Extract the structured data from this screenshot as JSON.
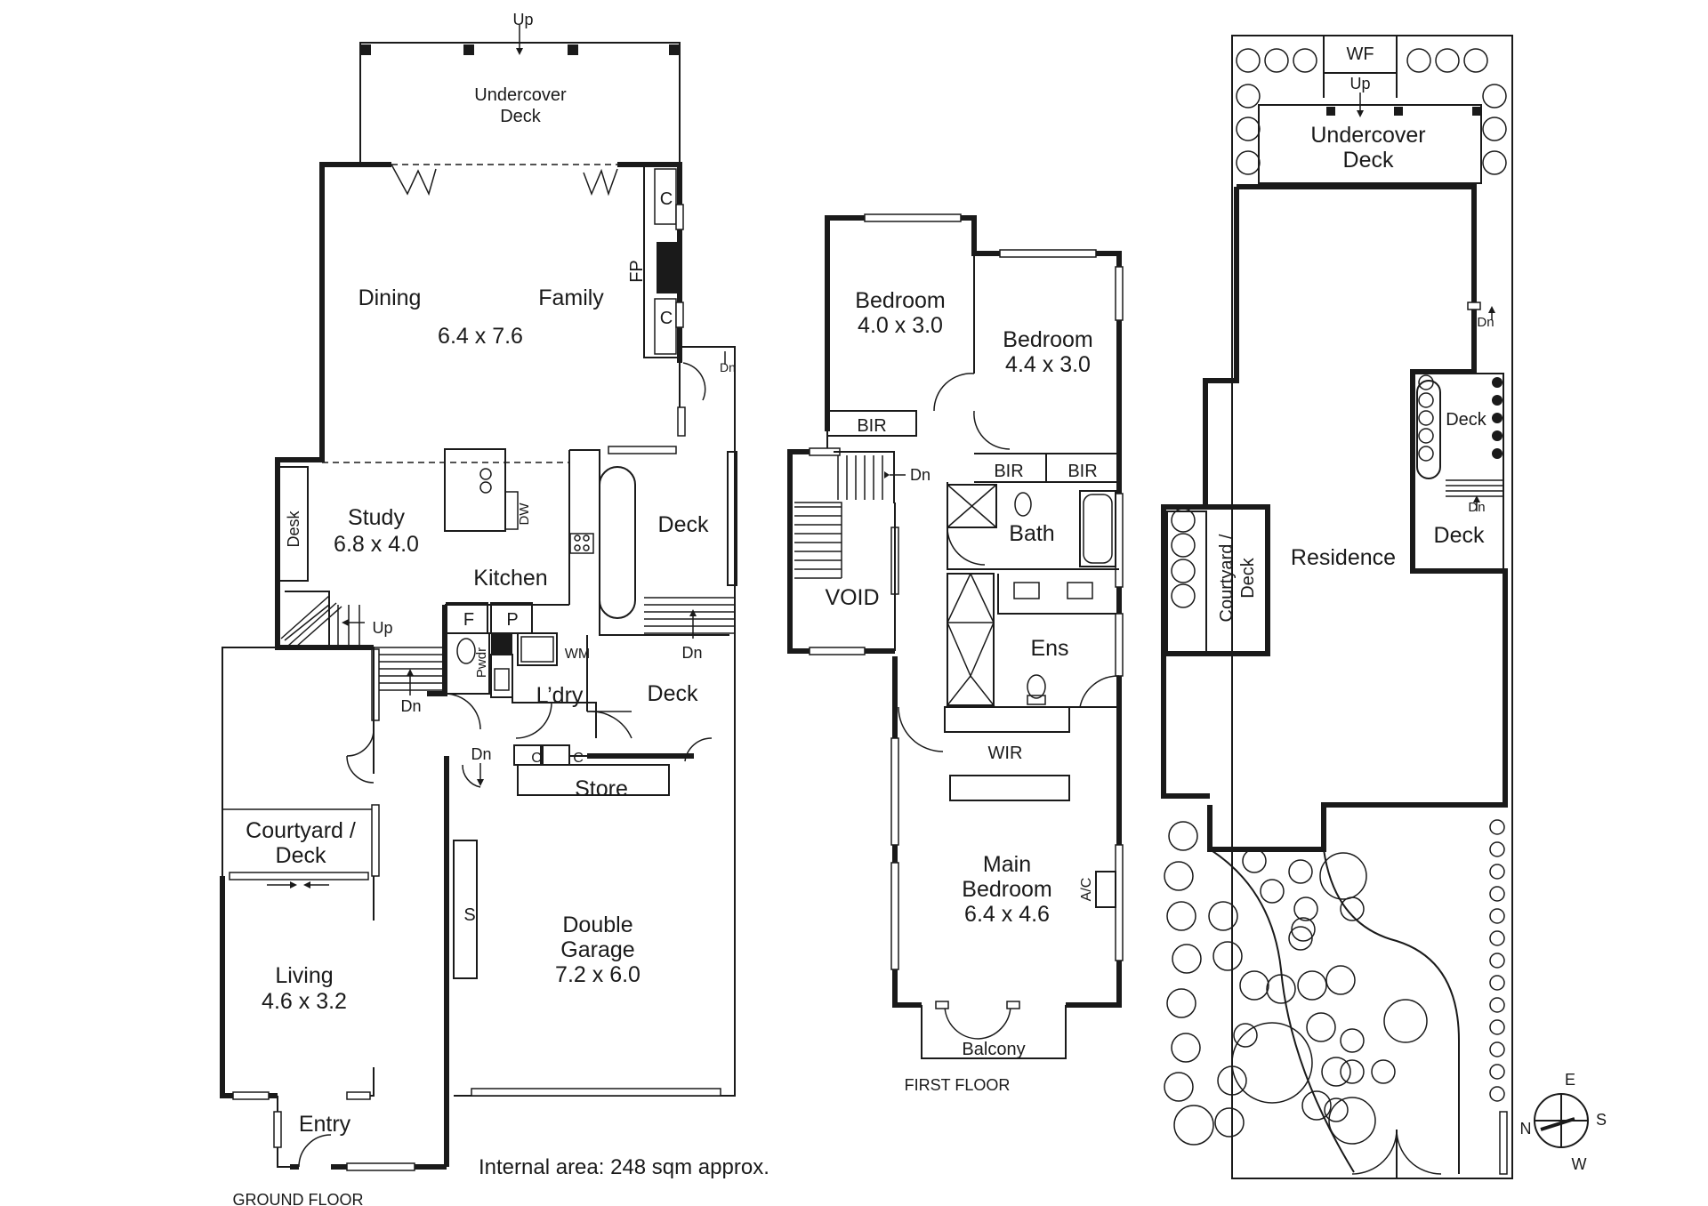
{
  "ground_floor": {
    "caption": "GROUND FLOOR",
    "area_note": "Internal area: 248 sqm approx.",
    "rooms": {
      "undercover_deck": "Undercover\nDeck",
      "dining": "Dining",
      "family": "Family",
      "dining_family_dim": "6.4 x 7.6",
      "study": "Study",
      "study_dim": "6.8 x 4.0",
      "kitchen": "Kitchen",
      "deck_upper": "Deck",
      "deck_lower": "Deck",
      "laundry": "L’dry",
      "store": "Store",
      "courtyard": "Courtyard /\nDeck",
      "living": "Living",
      "living_dim": "4.6 x 3.2",
      "garage": "Double\nGarage",
      "garage_dim": "7.2 x 6.0",
      "entry": "Entry"
    },
    "fixtures": {
      "up_top": "Up",
      "c1": "C",
      "c2": "C",
      "fp": "FP",
      "dn_fp": "Dn",
      "desk": "Desk",
      "dw": "DW",
      "up_stair": "Up",
      "dn_stair": "Dn",
      "f": "F",
      "p": "P",
      "pwdr": "Pwdr",
      "wm": "WM",
      "dn_deck": "Dn",
      "dn_hall": "Dn",
      "cc1": "C",
      "cc2": "C",
      "s": "S"
    }
  },
  "first_floor": {
    "caption": "FIRST FLOOR",
    "rooms": {
      "bed1": "Bedroom",
      "bed1_dim": "4.0 x 3.0",
      "bed2": "Bedroom",
      "bed2_dim": "4.4 x 3.0",
      "bir1": "BIR",
      "bir2": "BIR",
      "bir3": "BIR",
      "bath": "Bath",
      "void": "VOID",
      "ens": "Ens",
      "wir": "WIR",
      "main_bed": "Main\nBedroom",
      "main_bed_dim": "6.4 x 4.6",
      "balcony": "Balcony"
    },
    "fixtures": {
      "dn": "Dn",
      "ac": "A/C"
    }
  },
  "site_plan": {
    "rooms": {
      "wf": "WF",
      "up": "Up",
      "undercover_deck": "Undercover\nDeck",
      "dn_top": "Dn",
      "deck1": "Deck",
      "dn_mid": "Dn",
      "deck2": "Deck",
      "residence": "Residence",
      "courtyard": "Courtyard /\nDeck"
    },
    "compass": {
      "e": "E",
      "s": "S",
      "w": "W",
      "n": "N"
    }
  }
}
